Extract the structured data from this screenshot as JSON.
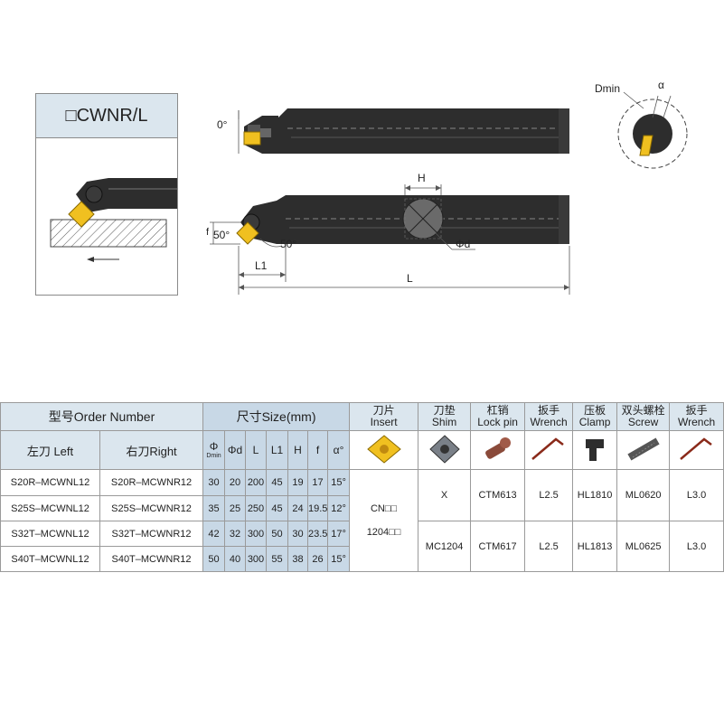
{
  "type_box": {
    "title": "□CWNR/L"
  },
  "drawing": {
    "angle_top": "0°",
    "angle_left": "50°",
    "angle_right": "50°",
    "f_label": "f",
    "h_label": "H",
    "phi_d_label": "Φd",
    "l1_label": "L1",
    "l_label": "L",
    "dmin_label": "Dmin",
    "alpha_label": "α"
  },
  "table": {
    "order_header": "型号Order Number",
    "size_header": "尺寸Size(mm)",
    "left_header": "左刀 Left",
    "right_header": "右刀Right",
    "size_cols": [
      {
        "main": "Φ",
        "sub": "Dmin"
      },
      {
        "main": "Φd",
        "sub": ""
      },
      {
        "main": "L",
        "sub": ""
      },
      {
        "main": "L1",
        "sub": ""
      },
      {
        "main": "H",
        "sub": ""
      },
      {
        "main": "f",
        "sub": ""
      },
      {
        "main": "α°",
        "sub": ""
      }
    ],
    "parts": [
      {
        "cn": "刀片",
        "en": "Insert",
        "icon": "insert-icon"
      },
      {
        "cn": "刀垫",
        "en": "Shim",
        "icon": "shim-icon"
      },
      {
        "cn": "杠销",
        "en": "Lock pin",
        "icon": "lock-pin-icon"
      },
      {
        "cn": "扳手",
        "en": "Wrench",
        "icon": "wrench-icon"
      },
      {
        "cn": "压板",
        "en": "Clamp",
        "icon": "clamp-icon"
      },
      {
        "cn": "双头螺栓",
        "en": "Screw",
        "icon": "screw-icon"
      },
      {
        "cn": "扳手",
        "en": "Wrench",
        "icon": "wrench-icon"
      }
    ],
    "rows": [
      {
        "left": "S20R–MCWNL12",
        "right": "S20R–MCWNR12",
        "sizes": [
          "30",
          "20",
          "200",
          "45",
          "19",
          "17",
          "15°"
        ]
      },
      {
        "left": "S25S–MCWNL12",
        "right": "S25S–MCWNR12",
        "sizes": [
          "35",
          "25",
          "250",
          "45",
          "24",
          "19.5",
          "12°"
        ]
      },
      {
        "left": "S32T–MCWNL12",
        "right": "S32T–MCWNR12",
        "sizes": [
          "42",
          "32",
          "300",
          "50",
          "30",
          "23.5",
          "17°"
        ]
      },
      {
        "left": "S40T–MCWNL12",
        "right": "S40T–MCWNR12",
        "sizes": [
          "50",
          "40",
          "300",
          "55",
          "38",
          "26",
          "15°"
        ]
      }
    ],
    "insert_line1": "CN□□",
    "insert_line2": "1204□□",
    "group_a": {
      "shim": "X",
      "lock_pin": "CTM613",
      "wrench": "L2.5",
      "clamp": "HL1810",
      "screw": "ML0620",
      "wrench2": "L3.0"
    },
    "group_b": {
      "shim": "MC1204",
      "lock_pin": "CTM617",
      "wrench": "L2.5",
      "clamp": "HL1813",
      "screw": "ML0625",
      "wrench2": "L3.0"
    }
  },
  "colors": {
    "header_bg": "#dbe6ee",
    "size_bg": "#c8d8e6",
    "bar": "#2d2d2d",
    "insert_gold": "#f0c020"
  }
}
